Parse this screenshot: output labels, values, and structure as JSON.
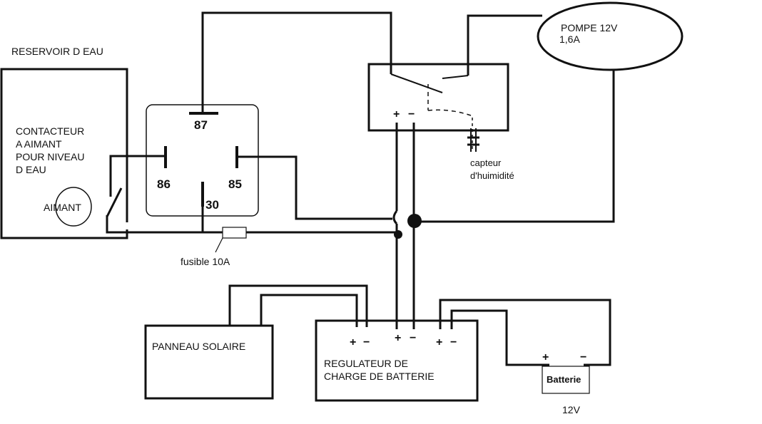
{
  "labels": {
    "reservoir": "RESERVOIR D EAU",
    "contact_line1": "CONTACTEUR",
    "contact_line2": "A AIMANT",
    "contact_line3": "POUR NIVEAU",
    "contact_line4": "D EAU",
    "aimant": "AIMANT",
    "fuse": "fusible 10A",
    "pump_line1": "POMPE 12V",
    "pump_line2": "1,6A",
    "sensor_line1": "capteur",
    "sensor_line2": "d'huimidité",
    "solar": "PANNEAU SOLAIRE",
    "regulator_line1": "REGULATEUR DE",
    "regulator_line2": "CHARGE DE BATTERIE",
    "battery": "Batterie",
    "battery_voltage": "12V"
  },
  "relay_pins": {
    "p87": "87",
    "p86": "86",
    "p85": "85",
    "p30": "30"
  },
  "signs": {
    "plus": "+",
    "minus": "−"
  },
  "colors": {
    "wire": "#111111",
    "background": "#ffffff"
  }
}
